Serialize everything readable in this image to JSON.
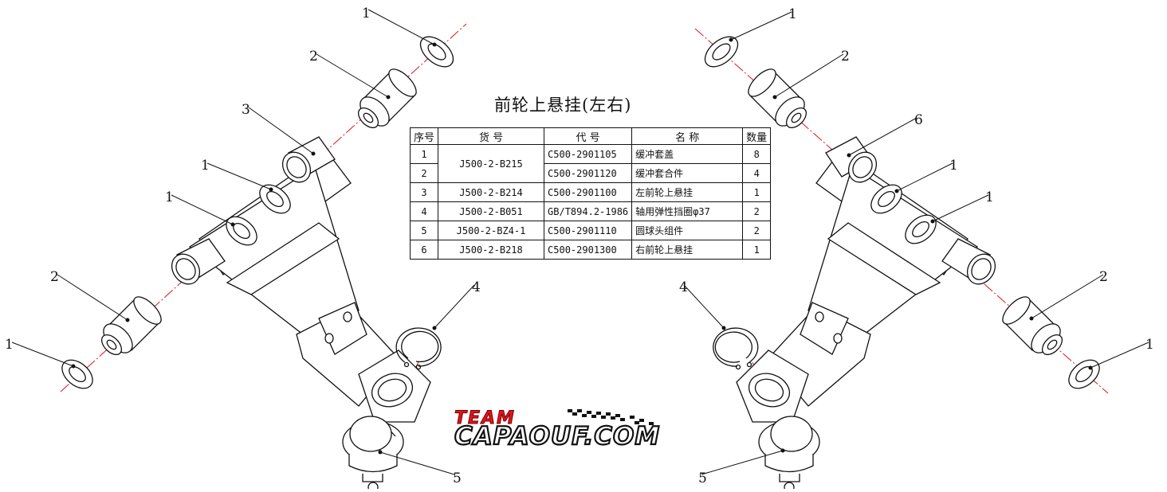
{
  "title": "前轮上悬挂(左右)",
  "table": {
    "headers": [
      "序号",
      "货 号",
      "代 号",
      "名 称",
      "数量"
    ],
    "rows": [
      {
        "no": "1",
        "part": "J500-2-B215",
        "code": "C500-2901105",
        "name": "缓冲套盖",
        "qty": "8"
      },
      {
        "no": "2",
        "part": "",
        "code": "C500-2901120",
        "name": "缓冲套合件",
        "qty": "4"
      },
      {
        "no": "3",
        "part": "J500-2-B214",
        "code": "C500-2901100",
        "name": "左前轮上悬挂",
        "qty": "1"
      },
      {
        "no": "4",
        "part": "J500-2-B051",
        "code": "GB/T894.2-1986",
        "name": "轴用弹性挡圈φ37",
        "qty": "2"
      },
      {
        "no": "5",
        "part": "J500-2-BZ4-1",
        "code": "C500-2901110",
        "name": "圆球头组件",
        "qty": "2"
      },
      {
        "no": "6",
        "part": "J500-2-B218",
        "code": "C500-2901300",
        "name": "右前轮上悬挂",
        "qty": "1"
      }
    ]
  },
  "callouts": {
    "c1": "1",
    "c2": "2",
    "c3": "3",
    "c4": "4",
    "c5": "5",
    "c6": "6"
  },
  "watermark": {
    "line1": "TEAM",
    "line2": "CAPAOUF.COM"
  },
  "colors": {
    "line": "#111111",
    "axis": "#e0141c",
    "logo_red": "#e0141c"
  }
}
